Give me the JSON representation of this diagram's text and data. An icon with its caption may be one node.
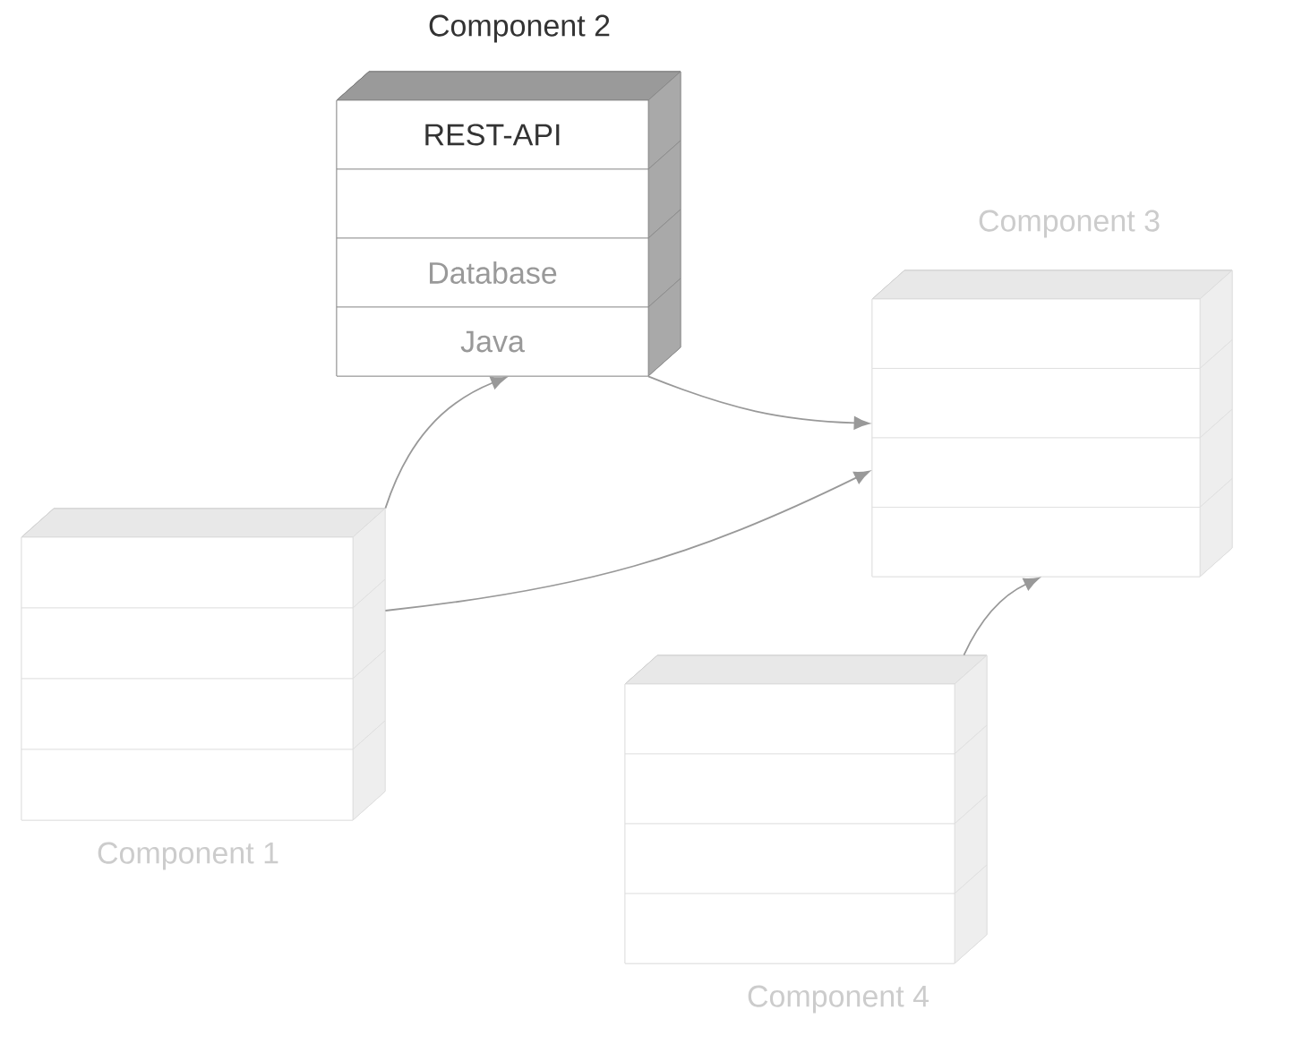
{
  "diagram": {
    "nodes": [
      {
        "text": [
          "Component 2"
        ]
      },
      {
        "text": [
          "REST-API"
        ],
        "in": 0
      },
      {
        "text": [],
        "shape": "box",
        "in": 0
      },
      {
        "text": [
          "Database"
        ],
        "in": 0
      },
      {
        "text": [
          "Java"
        ],
        "in": 0
      },
      {
        "text": [
          "Component 3"
        ]
      },
      {
        "text": [],
        "shape": "box",
        "in": 5
      },
      {
        "text": [],
        "shape": "box",
        "in": 5
      },
      {
        "text": [],
        "shape": "box",
        "in": 5
      },
      {
        "text": [],
        "shape": "box",
        "in": 5
      },
      {
        "text": [
          "Component 1"
        ]
      },
      {
        "text": [],
        "shape": "box",
        "in": 10
      },
      {
        "text": [],
        "shape": "box",
        "in": 10
      },
      {
        "text": [],
        "shape": "box",
        "in": 10
      },
      {
        "text": [],
        "shape": "box",
        "in": 10
      },
      {
        "text": [
          "Component 4"
        ]
      },
      {
        "text": [],
        "shape": "box",
        "in": 15
      },
      {
        "text": [],
        "shape": "box",
        "in": 15
      },
      {
        "text": [],
        "shape": "box",
        "in": 15
      },
      {
        "text": [],
        "shape": "box",
        "in": 15
      }
    ],
    "edges": [
      {
        "from": 10,
        "to": 0,
        "arrow": "to"
      },
      {
        "from": 0,
        "to": 5,
        "arrow": "to"
      },
      {
        "from": 10,
        "to": 5,
        "arrow": "to"
      },
      {
        "from": 15,
        "to": 5,
        "arrow": "to"
      }
    ]
  }
}
